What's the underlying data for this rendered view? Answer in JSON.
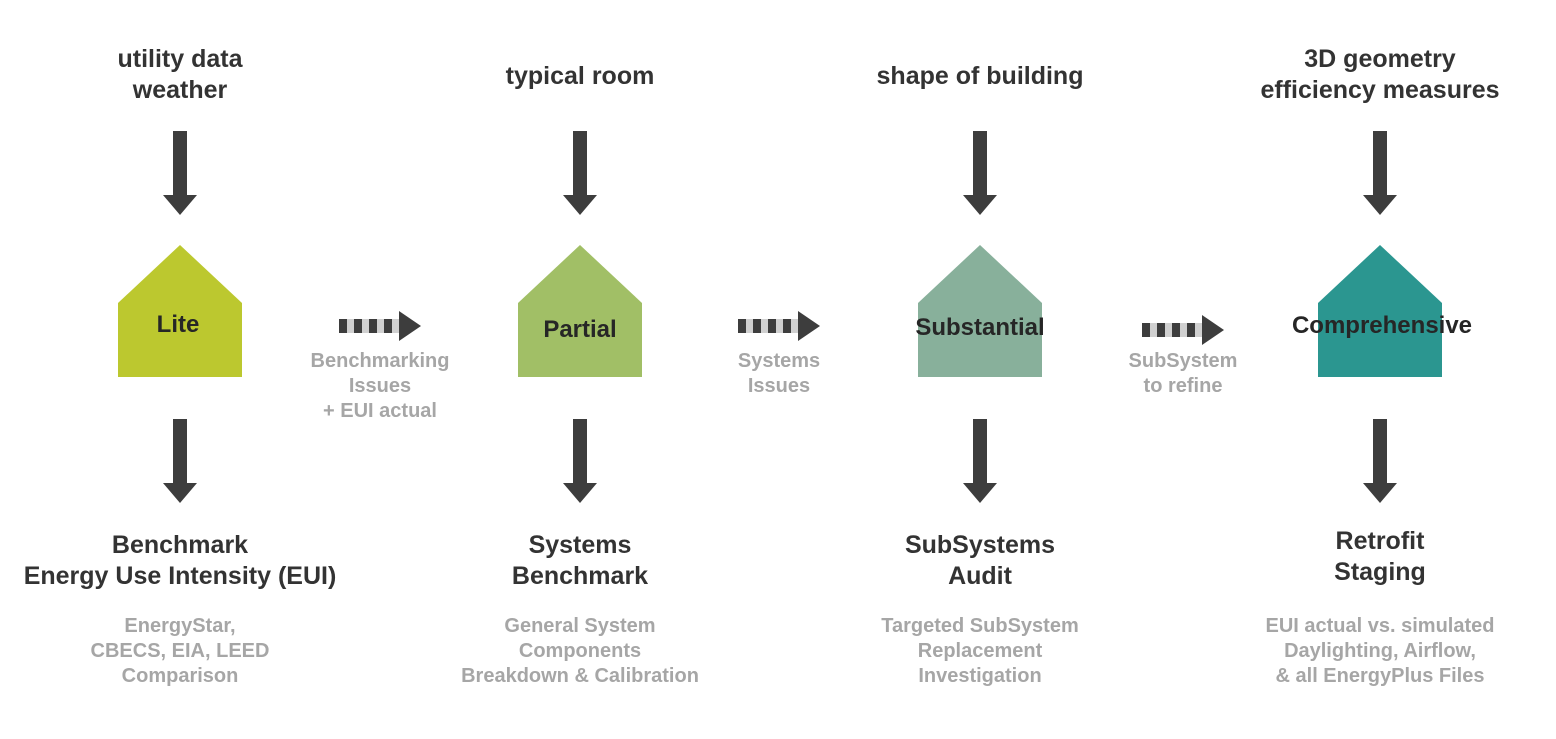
{
  "stages": [
    {
      "inputs": [
        "utility data",
        "weather"
      ],
      "house_label": "Lite",
      "house_color": "#bcc82f",
      "output_title": [
        "Benchmark",
        "Energy Use Intensity (EUI)"
      ],
      "output_details": [
        "EnergyStar,",
        "CBECS, EIA, LEED",
        "Comparison"
      ]
    },
    {
      "inputs": [
        "typical room"
      ],
      "house_label": "Partial",
      "house_color": "#a1bf66",
      "output_title": [
        "Systems",
        "Benchmark"
      ],
      "output_details": [
        "General System",
        "Components",
        "Breakdown & Calibration"
      ]
    },
    {
      "inputs": [
        "shape of building"
      ],
      "house_label": "Substantial",
      "house_color": "#88b09b",
      "output_title": [
        "SubSystems",
        "Audit"
      ],
      "output_details": [
        "Targeted SubSystem",
        "Replacement",
        "Investigation"
      ]
    },
    {
      "inputs": [
        "3D geometry",
        "efficiency measures"
      ],
      "house_label": "Comprehensive",
      "house_color": "#2b9690",
      "output_title": [
        "Retrofit",
        "Staging"
      ],
      "output_details": [
        "EUI actual vs. simulated",
        "Daylighting, Airflow,",
        "& all EnergyPlus Files"
      ]
    }
  ],
  "transitions": [
    {
      "label": [
        "Benchmarking",
        "Issues",
        "+ EUI actual"
      ]
    },
    {
      "label": [
        "Systems",
        "Issues"
      ]
    },
    {
      "label": [
        "SubSystem",
        "to refine"
      ]
    }
  ],
  "colors": {
    "arrow": "#3d3d3d",
    "title_text": "#333333",
    "muted_text": "#a6a6a6"
  }
}
